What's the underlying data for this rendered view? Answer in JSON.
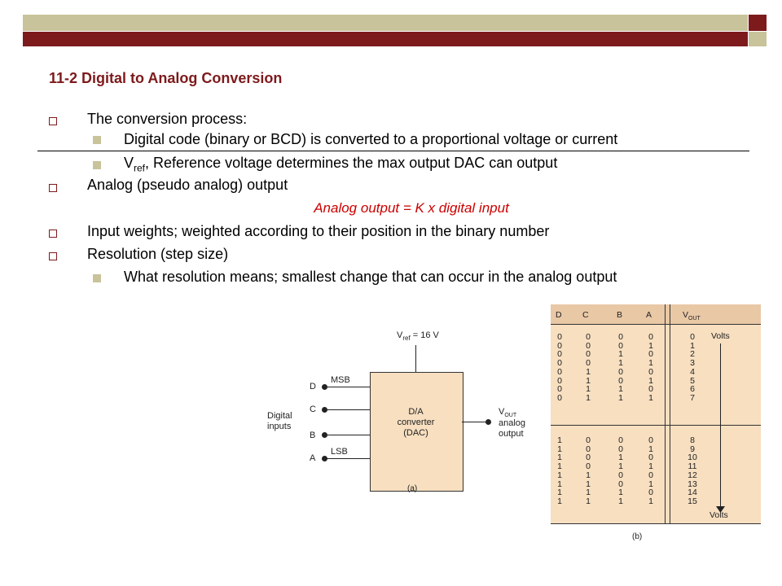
{
  "title": "11-2 Digital to Analog Conversion",
  "bullets": {
    "conversion_process": "The conversion process:",
    "digital_code": "Digital code (binary or BCD) is converted to a proportional voltage or current",
    "vref_v": "V",
    "vref_sub": "ref",
    "vref_rest": ", Reference voltage determines the max output DAC can output",
    "analog_output": "Analog (pseudo analog) output",
    "formula": "Analog output = K x digital input",
    "input_weights": "Input weights; weighted according to their position in the binary number",
    "resolution": "Resolution (step size)",
    "resolution_means": "What resolution means; smallest change that can occur in the analog output"
  },
  "figure_a": {
    "vref": "V",
    "vref_sub": "ref",
    "vref_value": " = 16 V",
    "msb": "MSB",
    "lsb": "LSB",
    "inputs": [
      "D",
      "C",
      "B",
      "A"
    ],
    "digital_inputs": "Digital\ninputs",
    "box_line1": "D/A",
    "box_line2": "converter",
    "box_line3": "(DAC)",
    "vout": "V",
    "vout_sub": "OUT",
    "analog": "analog",
    "output": "output",
    "caption": "(a)"
  },
  "figure_b": {
    "headers": [
      "D",
      "C",
      "B",
      "A"
    ],
    "vout": "V",
    "vout_sub": "OUT",
    "col_d": "0\n0\n0\n0\n0\n0\n0\n0",
    "col_c": "0\n0\n0\n0\n1\n1\n1\n1",
    "col_b": "0\n0\n1\n1\n0\n0\n1\n1",
    "col_a": "0\n1\n0\n1\n0\n1\n0\n1",
    "col_v": "0\n1\n2\n3\n4\n5\n6\n7",
    "col_d2": "1\n1\n1\n1\n1\n1\n1\n1",
    "col_c2": "0\n0\n0\n0\n1\n1\n1\n1",
    "col_b2": "0\n0\n1\n1\n0\n0\n1\n1",
    "col_a2": "0\n1\n0\n1\n0\n1\n0\n1",
    "col_v2": "8\n9\n10\n11\n12\n13\n14\n15",
    "volts_top": "Volts",
    "volts_bottom": "Volts",
    "caption": "(b)"
  }
}
